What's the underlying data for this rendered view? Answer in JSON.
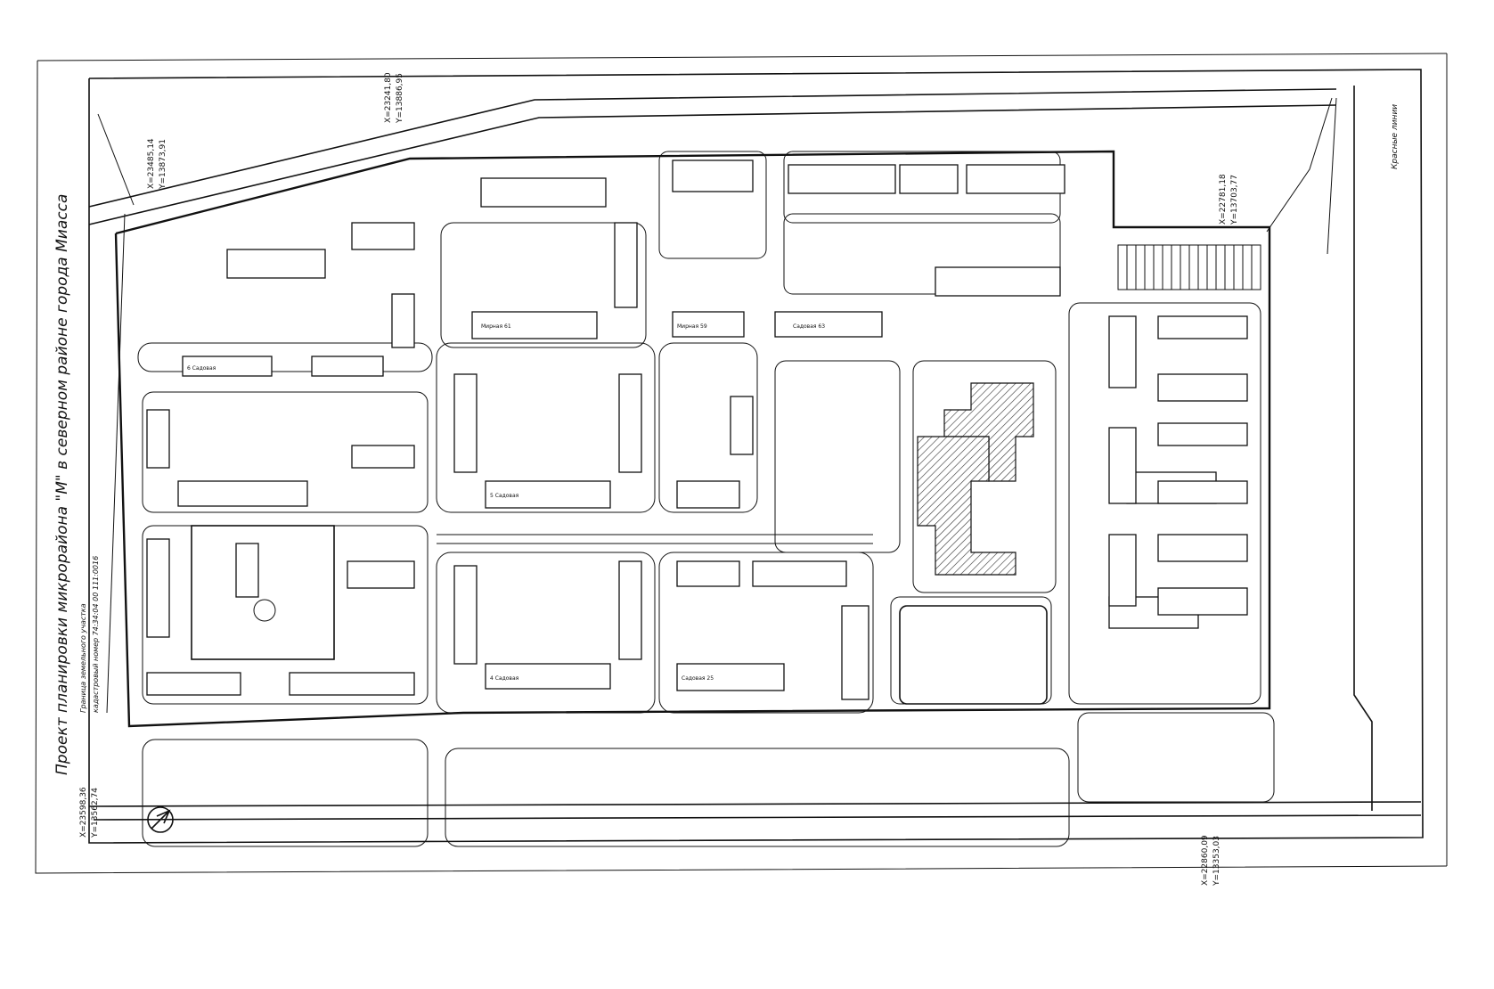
{
  "title": "Проект планировки микрорайона \"М\" в северном районе города Миасса",
  "legend": {
    "boundary_label": "Граница земельного участка",
    "cadastral_label": "кадастровый номер  74:34:04 00 111:0016"
  },
  "red_lines_label": "Красные линии",
  "coordinates": [
    {
      "x": "X=23485,14",
      "y": "Y=13873,91"
    },
    {
      "x": "X=23241,80",
      "y": "Y=13886,95"
    },
    {
      "x": "X=22781,18",
      "y": "Y=13703,77"
    },
    {
      "x": "X=23598,36",
      "y": "Y=13562,74"
    },
    {
      "x": "X=22860,09",
      "y": "Y=13353,03"
    }
  ],
  "building_labels": [
    "6 Садовая",
    "Мирная 61",
    "Мирная 59",
    "5 Садовая",
    "4 Садовая",
    "Садовая 63",
    "Садовая 25"
  ]
}
